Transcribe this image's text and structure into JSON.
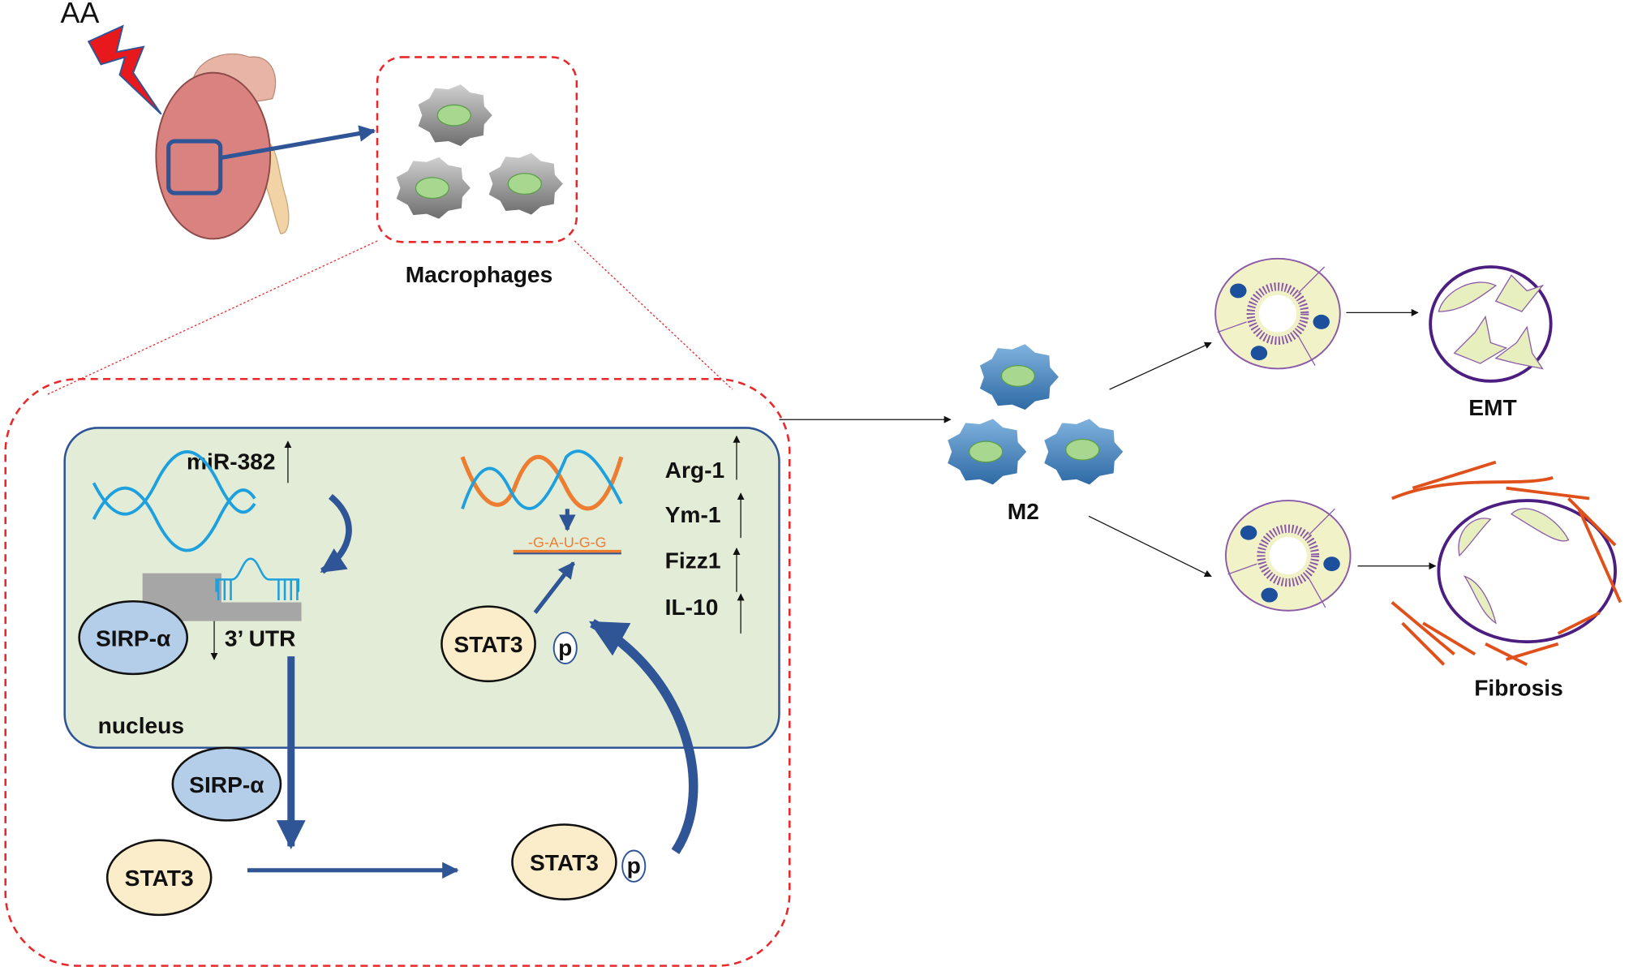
{
  "trigger": "AA",
  "macrophages_label": "Macrophages",
  "m2_label": "M2",
  "emt_label": "EMT",
  "fibrosis_label": "Fibrosis",
  "nucleus": {
    "label": "nucleus",
    "mirna": "miR-382",
    "utr": "3’ UTR",
    "sirp_inside": "SIRP-α",
    "stat3_inside": "STAT3",
    "p_inside": "p",
    "sequence": "-G-A-U-G-G",
    "markers": [
      "Arg-1",
      "Ym-1",
      "Fizz1",
      "IL-10"
    ]
  },
  "cytoplasm": {
    "sirp": "SIRP-α",
    "stat3": "STAT3",
    "stat3_p": "STAT3",
    "p": "p"
  },
  "colors": {
    "red_dash": "#e8282b",
    "nucleus_fill": "#e2ecd6",
    "arrow_blue": "#2f5597",
    "stat3_fill": "#fbedc9",
    "sirp_fill": "#b4cde8",
    "fibril": "#e0501a"
  }
}
